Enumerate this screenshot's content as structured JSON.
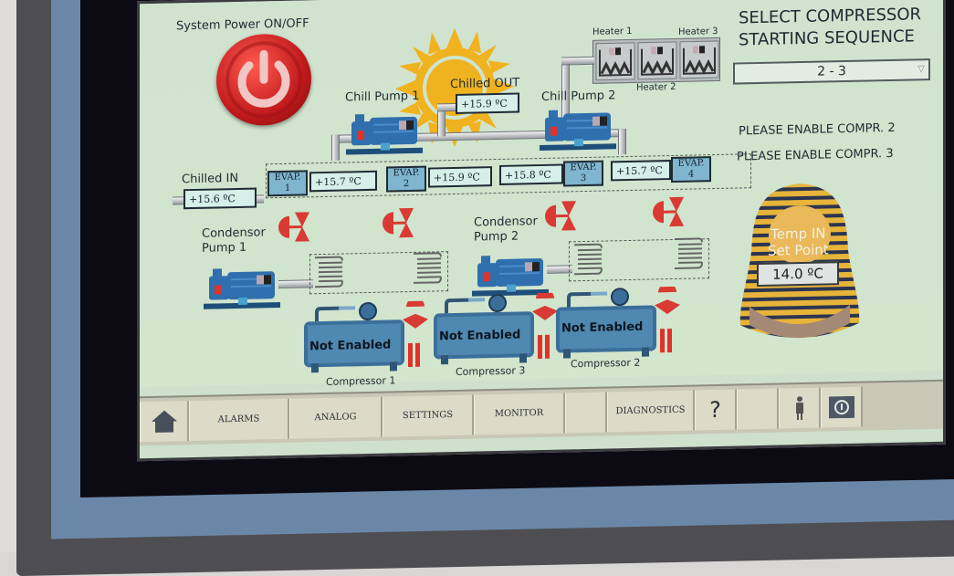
{
  "power": {
    "label": "System Power ON/OFF",
    "icon": "power-icon",
    "color": "#d0201f"
  },
  "chilled_out": {
    "label": "Chilled OUT",
    "value": "+15.9 ºC"
  },
  "chilled_in": {
    "label": "Chilled IN",
    "value": "+15.6 ºC"
  },
  "chill_pumps": [
    {
      "label": "Chill Pump 1"
    },
    {
      "label": "Chill Pump 2"
    }
  ],
  "heaters": [
    {
      "label": "Heater 1"
    },
    {
      "label": "Heater 2"
    },
    {
      "label": "Heater 3"
    }
  ],
  "evaporators": [
    {
      "label_line1": "EVAP.",
      "label_line2": "1",
      "value": "+15.7 ºC"
    },
    {
      "label_line1": "EVAP.",
      "label_line2": "2",
      "value": "+15.9 ºC"
    },
    {
      "label_line1": "EVAP.",
      "label_line2": "3",
      "value": "+15.8 ºC"
    },
    {
      "label_line1": "EVAP.",
      "label_line2": "4",
      "value": "+15.7 ºC"
    }
  ],
  "condensor_pumps": [
    {
      "label_line1": "Condensor",
      "label_line2": "Pump 1"
    },
    {
      "label_line1": "Condensor",
      "label_line2": "Pump 2"
    }
  ],
  "compressors": [
    {
      "label": "Compressor 1",
      "status": "Not Enabled"
    },
    {
      "label": "Compressor 3",
      "status": "Not Enabled"
    },
    {
      "label": "Compressor 2",
      "status": "Not Enabled"
    }
  ],
  "sequence": {
    "title_line1": "SELECT COMPRESSOR",
    "title_line2": "STARTING SEQUENCE",
    "selected": "2 - 3",
    "dropdown_icon": "▽"
  },
  "messages": [
    "PLEASE ENABLE COMPR. 2",
    "PLEASE ENABLE COMPR. 3"
  ],
  "setpoint": {
    "label_line1": "Temp IN",
    "label_line2": "Set Point",
    "value": "14.0 ºC"
  },
  "navbar": {
    "home_icon": "home-icon",
    "buttons": [
      {
        "label": "ALARMS"
      },
      {
        "label": "ANALOG"
      },
      {
        "label": "SETTINGS"
      },
      {
        "label": "MONITOR"
      },
      {
        "label": ""
      },
      {
        "label": "DIAGNOSTICS"
      },
      {
        "label": "?"
      },
      {
        "label": ""
      },
      {
        "label": "user-icon"
      },
      {
        "label": "info-icon"
      }
    ]
  },
  "colors": {
    "screen_bg": "#cfe1cc",
    "pump_blue": "#2f6fae",
    "valve_red": "#d93a33",
    "sun_yellow": "#f0b21e",
    "evap_blue": "#7fb5cf"
  }
}
